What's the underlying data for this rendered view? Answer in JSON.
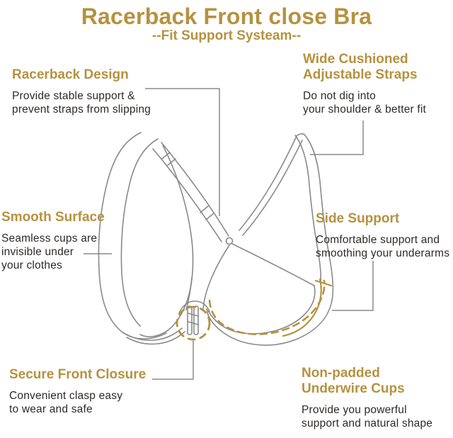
{
  "header": {
    "title": "Racerback Front close Bra",
    "subtitle": "--Fit Support Systeam--"
  },
  "colors": {
    "gold_accent": "#b6923f",
    "body_text": "#2d2a28",
    "drawing_line": "#8a8a8a"
  },
  "callouts": {
    "racerback": {
      "heading": "Racerback Design",
      "body": "Provide stable support &\nprevent straps from slipping"
    },
    "wide_straps": {
      "heading": "Wide Cushioned\nAdjustable Straps",
      "body": "Do not dig into\nyour shoulder & better fit"
    },
    "smooth_surface": {
      "heading": "Smooth Surface",
      "body": "Seamless cups are\ninvisible under\nyour clothes"
    },
    "side_support": {
      "heading": "Side Support",
      "body": "Comfortable support and\nsmoothing your underarms"
    },
    "front_closure": {
      "heading": "Secure Front Closure",
      "body": "Convenient clasp easy\nto wear and safe"
    },
    "underwire_cups": {
      "heading": "Non-padded\nUnderwire Cups",
      "body": "Provide you powerful\nsupport and natural shape"
    }
  }
}
